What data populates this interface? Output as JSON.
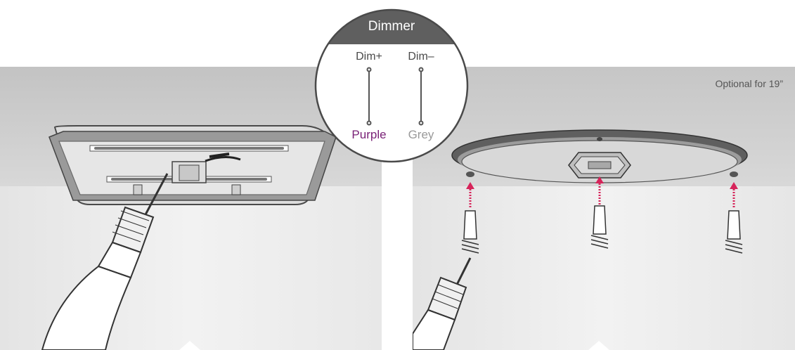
{
  "dimmer": {
    "title": "Dimmer",
    "terminals": [
      {
        "label": "Dim+",
        "wire_color_name": "Purple",
        "wire_color": "#7a2277"
      },
      {
        "label": "Dim–",
        "wire_color_name": "Grey",
        "wire_color": "#9a9a9a"
      }
    ]
  },
  "right_panel": {
    "note": "Optional for 19”"
  },
  "colors": {
    "ceiling_top": "#c4c4c4",
    "wall": "#ececec",
    "arrow": "#d6245a",
    "dark_disc": "#5f5f5f"
  }
}
